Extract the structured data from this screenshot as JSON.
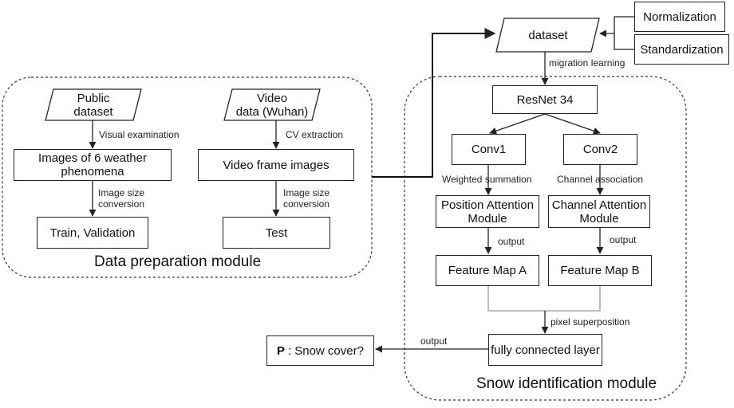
{
  "modules": {
    "data_prep": "Data preparation module",
    "snow_id": "Snow identification module"
  },
  "top": {
    "dataset": "dataset",
    "normalization": "Normalization",
    "standardization": "Standardization",
    "migration": "migration learning"
  },
  "prep": {
    "public_dataset": "Public\ndataset",
    "video_data": "Video\ndata (Wuhan)",
    "visual_exam": "Visual examination",
    "cv_extraction": "CV extraction",
    "images_6": "Images of 6 weather\nphenomena",
    "video_frames": "Video frame images",
    "resize_left": "Image size\nconversion",
    "resize_right": "Image size\nconversion",
    "train_val": "Train, Validation",
    "test": "Test"
  },
  "snow": {
    "resnet": "ResNet 34",
    "conv1": "Conv1",
    "conv2": "Conv2",
    "weighted": "Weighted summation",
    "channel_assoc": "Channel association",
    "pam": "Position Attention\nModule",
    "cam": "Channel Attention\nModule",
    "output_a": "output",
    "output_b": "output",
    "fmap_a": "Feature Map A",
    "fmap_b": "Feature Map B",
    "pixel_sup": "pixel superposition",
    "fc": "fully connected layer",
    "output_final": "output",
    "p_label": "P",
    "p_question": "Snow cover?"
  }
}
